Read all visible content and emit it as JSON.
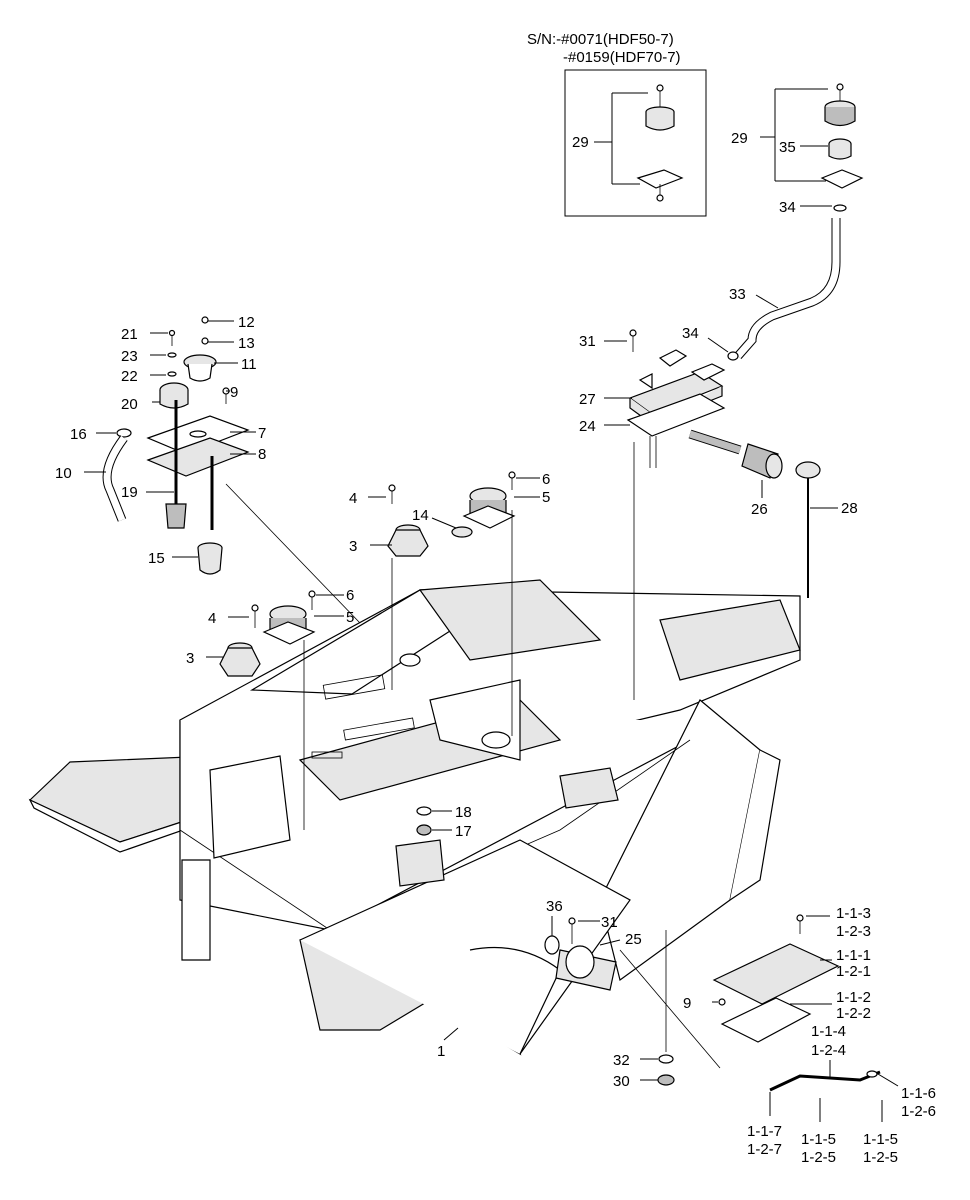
{
  "header": {
    "serial_line1": "S/N:-#0071(HDF50-7)",
    "serial_line2": "-#0159(HDF70-7)"
  },
  "callouts": {
    "c1": "1",
    "c3a": "3",
    "c3b": "3",
    "c4a": "4",
    "c4b": "4",
    "c5a": "5",
    "c5b": "5",
    "c6a": "6",
    "c6b": "6",
    "c7": "7",
    "c8": "8",
    "c9a": "9",
    "c9b": "9",
    "c10": "10",
    "c11": "11",
    "c12": "12",
    "c13": "13",
    "c14": "14",
    "c15": "15",
    "c16": "16",
    "c17": "17",
    "c18": "18",
    "c19": "19",
    "c20": "20",
    "c21": "21",
    "c22": "22",
    "c23": "23",
    "c24": "24",
    "c25": "25",
    "c26": "26",
    "c27": "27",
    "c28": "28",
    "c29a": "29",
    "c29b": "29",
    "c30": "30",
    "c31a": "31",
    "c31b": "31",
    "c32": "32",
    "c33": "33",
    "c34a": "34",
    "c34b": "34",
    "c35": "35",
    "c36": "36",
    "c113": "1-1-3",
    "c123": "1-2-3",
    "c111": "1-1-1",
    "c121": "1-2-1",
    "c112": "1-1-2",
    "c122": "1-2-2",
    "c114": "1-1-4",
    "c124": "1-2-4",
    "c116": "1-1-6",
    "c126": "1-2-6",
    "c117": "1-1-7",
    "c127": "1-2-7",
    "c115a": "1-1-5",
    "c125a": "1-2-5",
    "c115b": "1-1-5",
    "c125b": "1-2-5"
  }
}
